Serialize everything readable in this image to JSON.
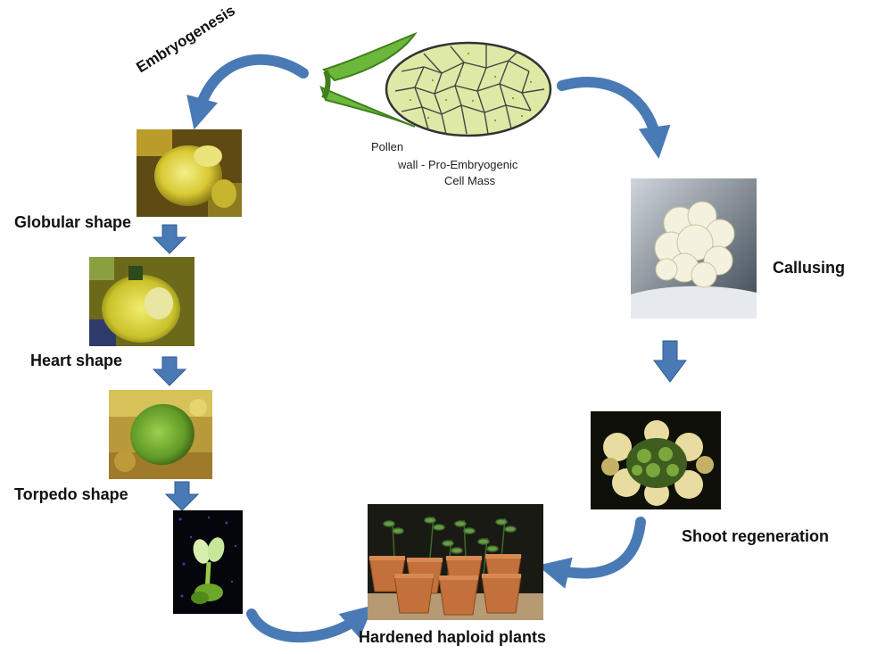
{
  "labels": {
    "embryogenesis": "Embryogenesis",
    "pollen": "Pollen",
    "pollen_line2": "wall - Pro-Embryogenic",
    "pollen_line3": "Cell Mass",
    "globular": "Globular shape",
    "heart": "Heart shape",
    "torpedo": "Torpedo shape",
    "callusing": "Callusing",
    "shoot": "Shoot regeneration",
    "hardened": "Hardened haploid plants"
  },
  "colors": {
    "arrow": "#4a7ab5",
    "arrow_dark": "#2f5c94",
    "pollen_fill": "#dfe9a6",
    "pollen_outline": "#333333",
    "pollen_wall": "#5aa52a"
  }
}
